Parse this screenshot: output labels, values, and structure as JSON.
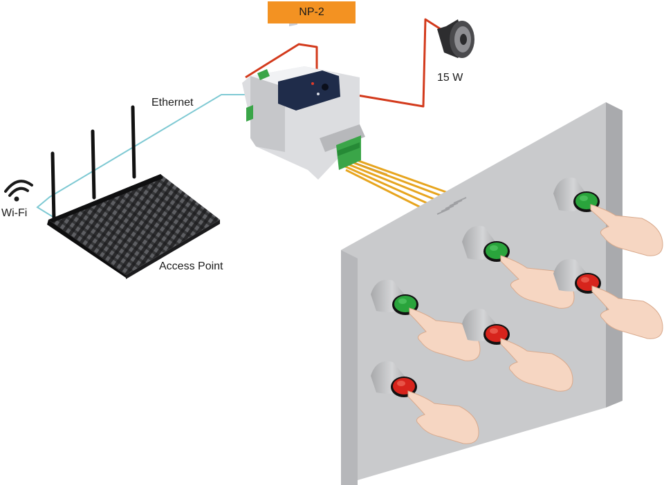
{
  "labels": {
    "device": "NP-2",
    "speaker_power": "15 W",
    "ethernet": "Ethernet",
    "wifi": "Wi-Fi",
    "access_point": "Access Point"
  },
  "colors": {
    "device_badge": "#f39222",
    "ethernet_cable": "#7ec9d3",
    "speaker_cable": "#d33a1c",
    "button_wires": "#e7a51f",
    "panel": "#c9cacc",
    "button_green": "#2aa43c",
    "button_red": "#d7241c"
  },
  "buttons": [
    {
      "color": "green"
    },
    {
      "color": "green"
    },
    {
      "color": "red"
    },
    {
      "color": "green"
    },
    {
      "color": "red"
    },
    {
      "color": "red"
    }
  ]
}
